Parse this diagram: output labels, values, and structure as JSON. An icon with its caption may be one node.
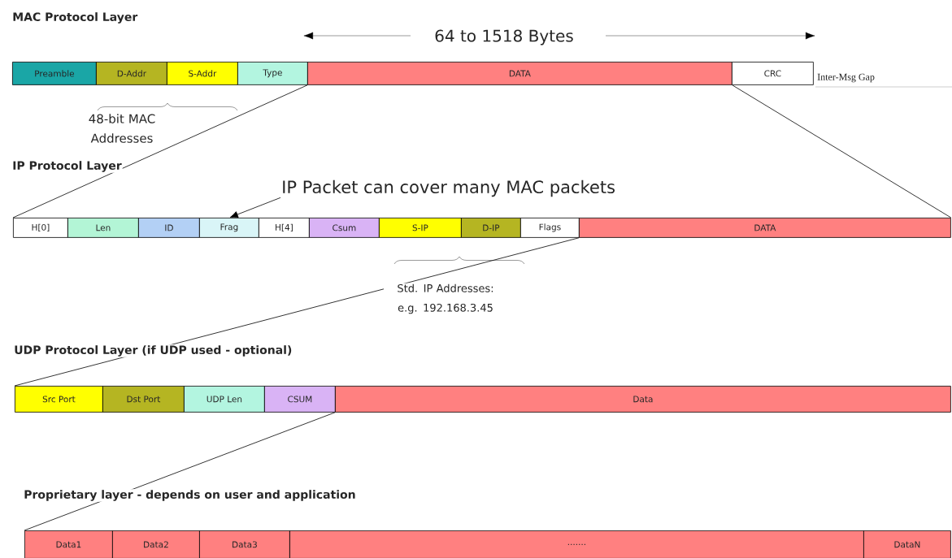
{
  "diagram": {
    "nodes": [
      {
        "text": [
          "Preamble"
        ]
      },
      {
        "text": [
          "D-Addr"
        ]
      },
      {
        "text": [
          "S-Addr"
        ]
      },
      {
        "text": [
          "Type"
        ]
      },
      {
        "text": [
          "DATA"
        ]
      },
      {
        "text": [
          "CRC"
        ]
      },
      {
        "text": [
          "IP Packet can cover many MAC packets"
        ]
      },
      {
        "text": [
          "H[0]"
        ]
      },
      {
        "text": [
          "Len"
        ]
      },
      {
        "text": [
          "ID"
        ]
      },
      {
        "text": [
          "Frag"
        ]
      },
      {
        "text": [
          "H[4]"
        ]
      },
      {
        "text": [
          "Csum"
        ]
      },
      {
        "text": [
          "S-IP"
        ]
      },
      {
        "text": [
          "D-IP"
        ]
      },
      {
        "text": [
          "Flags"
        ]
      },
      {
        "text": [
          "DATA"
        ]
      },
      {
        "text": [
          "Src Port"
        ]
      },
      {
        "text": [
          "Dst Port"
        ]
      },
      {
        "text": [
          "UDP Len"
        ]
      },
      {
        "text": [
          "CSUM"
        ]
      },
      {
        "text": [
          "Data"
        ]
      },
      {
        "text": [
          "Data1"
        ]
      },
      {
        "text": [
          "Data2"
        ]
      },
      {
        "text": [
          "Data3"
        ]
      },
      {
        "text": [
          "......."
        ]
      },
      {
        "text": [
          "DataN"
        ]
      }
    ],
    "edges": [
      {
        "from": 4,
        "to": 7,
        "arrow": "none"
      },
      {
        "from": 4,
        "to": 16,
        "arrow": "none"
      },
      {
        "from": 6,
        "to": 10,
        "arrow": "to"
      },
      {
        "from": 16,
        "to": 17,
        "arrow": "none"
      },
      {
        "from": 21,
        "to": 22,
        "arrow": "none"
      }
    ],
    "labels": [
      "MAC Protocol Layer",
      "64 to 1518 Bytes",
      "Inter-Msg Gap",
      "48-bit MAC Addresses",
      "IP Protocol Layer",
      "Std. IP Addresses: e.g. 192.168.3.45",
      "UDP Protocol Layer (if UDP used - optional)",
      "Proprietary layer - depends on user and application"
    ]
  }
}
